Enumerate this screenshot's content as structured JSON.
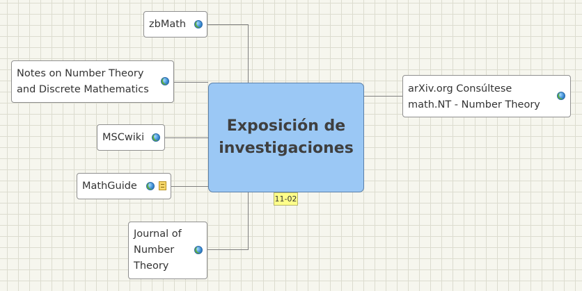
{
  "central_topic": {
    "line1": "Exposición de",
    "line2": "investigaciones",
    "date_tag": "11-02"
  },
  "topics": {
    "zbmath": {
      "label": "zbMath",
      "icons": [
        "globe-icon"
      ]
    },
    "notes_number_theory": {
      "line1": "Notes on Number Theory",
      "line2": "and Discrete Mathematics",
      "icons": [
        "globe-icon"
      ]
    },
    "mscwiki": {
      "label": "MSCwiki",
      "icons": [
        "globe-icon"
      ]
    },
    "mathguide": {
      "label": "MathGuide",
      "icons": [
        "globe-icon",
        "note-icon"
      ]
    },
    "journal_number_theory": {
      "line1": "Journal of",
      "line2": "Number",
      "line3": "Theory",
      "icons": [
        "globe-icon"
      ]
    },
    "arxiv": {
      "line1": "arXiv.org Consúltese",
      "line2": "math.NT - Number Theory",
      "icons": [
        "globe-icon"
      ]
    }
  },
  "colors": {
    "central_fill": "#9bc8f5",
    "central_border": "#5a7fa8",
    "topic_fill": "#ffffff",
    "topic_border": "#8e8e8e",
    "connector": "#7f7f7f",
    "date_tag_fill": "#ffff8a",
    "grid_background": "#f6f6ee"
  }
}
